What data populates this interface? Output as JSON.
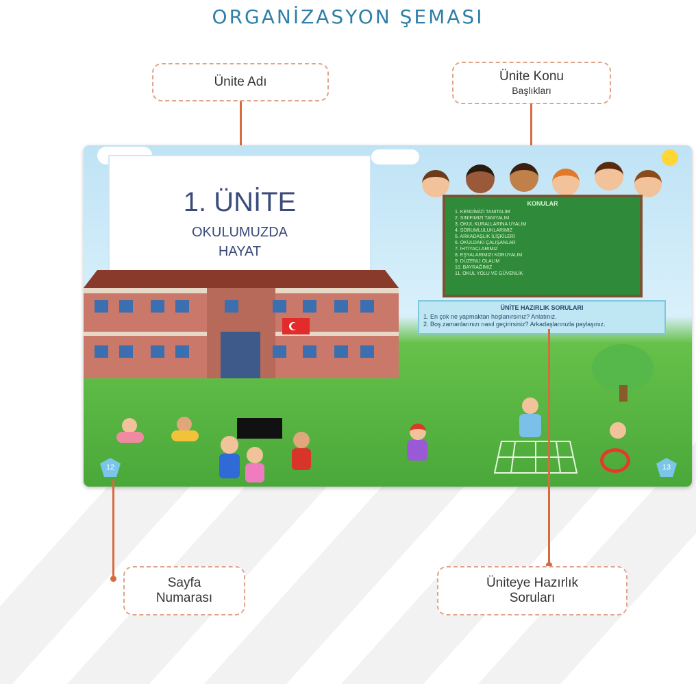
{
  "title": "ORGANİZASYON ŞEMASI",
  "callouts": {
    "unite_adi": "Ünite Adı",
    "unite_konu_l1": "Ünite Konu",
    "unite_konu_l2": "Başlıkları",
    "sayfa_l1": "Sayfa",
    "sayfa_l2": "Numarası",
    "hazirlik_l1": "Üniteye Hazırlık",
    "hazirlik_l2": "Soruları"
  },
  "book": {
    "unite_num": "1. ÜNİTE",
    "unite_name_l1": "OKULUMUZDA",
    "unite_name_l2": "HAYAT",
    "board_title": "KONULAR",
    "topics": [
      "1. KENDİMİZİ TANITALIM",
      "2. SINIFIMIZI TANIYALIM",
      "3. OKUL KURALLARINA UYALIM",
      "4. SORUMLULUKLARIMIZ",
      "5. ARKADAŞLIK İLİŞKİLERİ",
      "6. OKULDAKİ ÇALIŞANLAR",
      "7. İHTİYAÇLARIMIZ",
      "8. EŞYALARIMIZI KORUYALIM",
      "9. DÜZENLİ OLALIM",
      "10. BAYRAĞIMIZ",
      "11. OKUL YOLU VE GÜVENLİK"
    ],
    "q_title": "ÜNİTE HAZIRLIK SORULARI",
    "q1": "1. En çok ne yapmaktan hoşlanırsınız? Anlatınız.",
    "q2": "2. Boş zamanlarınızı nasıl geçirirsiniz? Arkadaşlarınızla paylaşınız.",
    "page_left": "12",
    "page_right": "13"
  }
}
